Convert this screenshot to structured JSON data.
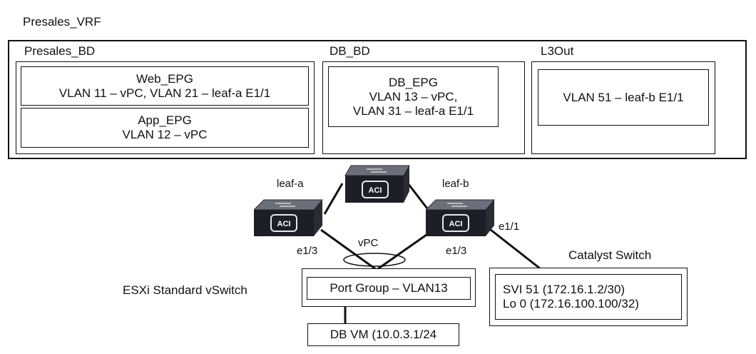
{
  "vrf": {
    "label": "Presales_VRF",
    "bridge_domains": [
      {
        "label": "Presales_BD",
        "epgs": [
          {
            "line1": "Web_EPG",
            "line2": "VLAN 11 – vPC, VLAN 21 – leaf-a E1/1"
          },
          {
            "line1": "App_EPG",
            "line2": "VLAN 12 – vPC"
          }
        ]
      },
      {
        "label": "DB_BD",
        "epgs": [
          {
            "line1": "DB_EPG",
            "line2": "VLAN 13 – vPC,",
            "line3": "VLAN 31 – leaf-a E1/1"
          }
        ]
      },
      {
        "label": "L3Out",
        "epgs": [
          {
            "line1": "VLAN 51 – leaf-b E1/1"
          }
        ]
      }
    ]
  },
  "topology": {
    "switches": [
      {
        "name": "leaf-a",
        "badge": "ACI"
      },
      {
        "name": "",
        "badge": "ACI"
      },
      {
        "name": "leaf-b",
        "badge": "ACI"
      }
    ],
    "port_labels": {
      "leaf_a_down": "e1/3",
      "leaf_b_down": "e1/3",
      "leaf_b_uplink": "e1/1"
    },
    "vpc_label": "vPC",
    "esxi": {
      "label": "ESXi Standard vSwitch",
      "port_group": "Port Group – VLAN13"
    },
    "db_vm": "DB VM (10.0.3.1/24",
    "catalyst": {
      "label": "Catalyst Switch",
      "line1": "SVI 51 (172.16.1.2/30)",
      "line2": "Lo 0 (172.16.100.100/32)"
    }
  },
  "colors": {
    "line": "#111111",
    "switch_top": "#6b6f7a",
    "switch_body": "#1d1f27",
    "badge_stroke": "#e8e8e8"
  }
}
